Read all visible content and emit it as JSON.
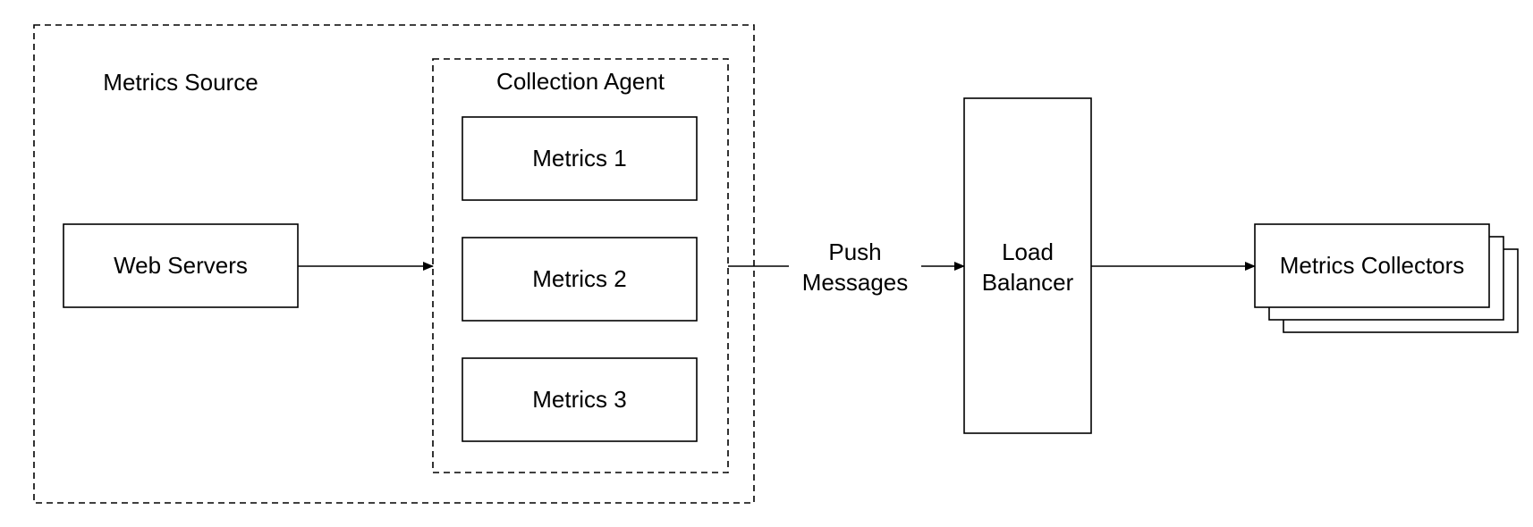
{
  "groups": {
    "metrics_source": "Metrics Source",
    "collection_agent": "Collection Agent"
  },
  "nodes": {
    "web_servers": "Web Servers",
    "metrics_1": "Metrics 1",
    "metrics_2": "Metrics 2",
    "metrics_3": "Metrics 3",
    "load_balancer": [
      "Load",
      "Balancer"
    ],
    "metrics_collectors": "Metrics Collectors"
  },
  "edges": {
    "push_messages": [
      "Push",
      "Messages"
    ]
  }
}
